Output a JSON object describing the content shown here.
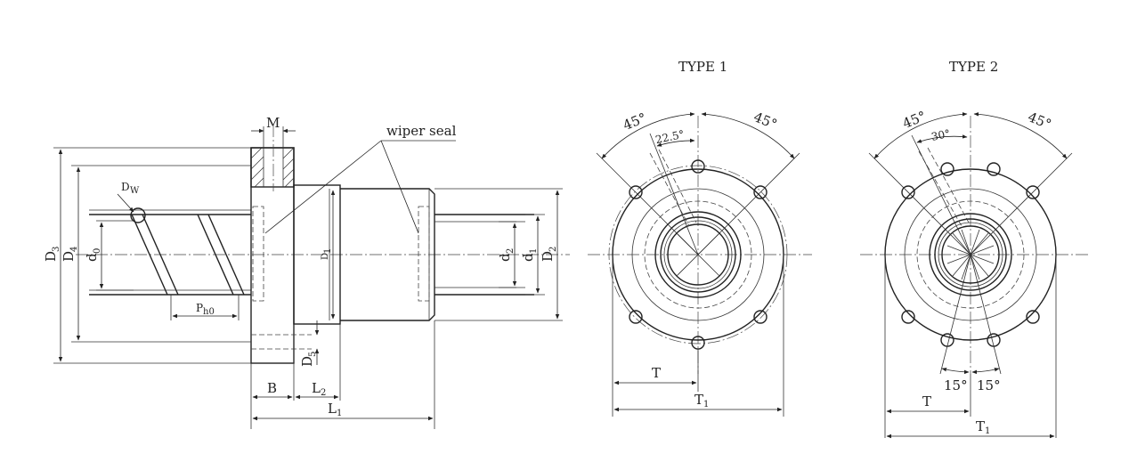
{
  "labels": {
    "type1": "TYPE 1",
    "type2": "TYPE 2",
    "wiper": "wiper seal",
    "M": "M",
    "Dw": "D",
    "Dw_sub": "W",
    "D3": "D",
    "D3_sub": "3",
    "D4": "D",
    "D4_sub": "4",
    "d0": "d",
    "d0_sub": "0",
    "Ph0": "P",
    "Ph0_sub": "h0",
    "D1": "D",
    "D1_sub": "1",
    "d2": "d",
    "d2_sub": "2",
    "d1": "d",
    "d1_sub": "1",
    "D2": "D",
    "D2_sub": "2",
    "D5": "D",
    "D5_sub": "5",
    "B": "B",
    "L2": "L",
    "L2_sub": "2",
    "L1": "L",
    "L1_sub": "1",
    "t1_a45": "45°",
    "t1_b45": "45°",
    "t1_a225": "22.5°",
    "t1_T": "T",
    "t1_T1": "T",
    "t1_T1_sub": "1",
    "t2_a45": "45°",
    "t2_b45": "45°",
    "t2_a30": "30°",
    "t2_a15l": "15°",
    "t2_a15r": "15°",
    "t2_T": "T",
    "t2_T1": "T",
    "t2_T1_sub": "1"
  }
}
